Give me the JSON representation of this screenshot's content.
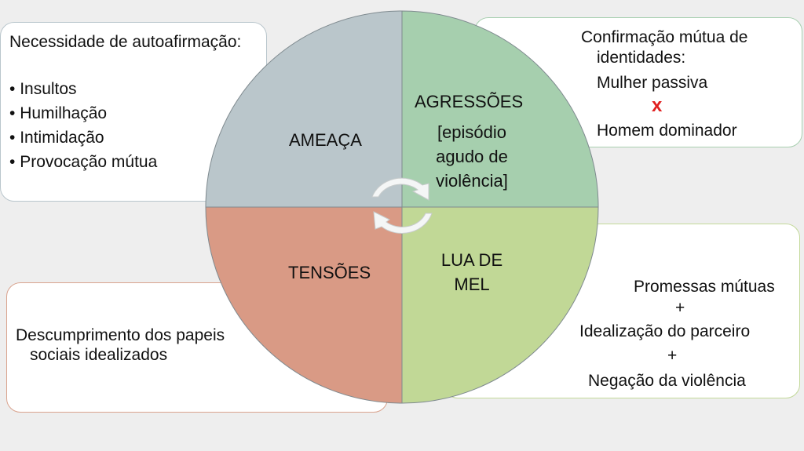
{
  "top_left": {
    "title": "Necessidade de autoafirmação:",
    "bullets": [
      "Insultos",
      "Humilhação",
      "Intimidação",
      "Provocação mútua"
    ]
  },
  "top_right": {
    "line1": "Confirmação mútua de",
    "line2": "identidades:",
    "line3": "Mulher passiva",
    "x": "x",
    "line4": "Homem dominador"
  },
  "bottom_left": {
    "line1": "Descumprimento dos papeis",
    "line2": "sociais idealizados"
  },
  "bottom_right": {
    "line1": "Promessas mútuas",
    "plus1": "+",
    "line2": "Idealização do parceiro",
    "plus2": "+",
    "line3": "Negação da violência"
  },
  "quadrants": {
    "ameaca": "AMEAÇA",
    "agressoes": "AGRESSÕES",
    "agressoes_sub1": "[episódio",
    "agressoes_sub2": "agudo de",
    "agressoes_sub3": "violência]",
    "tensoes": "TENSÕES",
    "lua1": "LUA DE",
    "lua2": "MEL"
  },
  "colors": {
    "ameaca": "#bac6cb",
    "agressoes": "#a6cfae",
    "tensoes": "#d99a85",
    "lua": "#c1d896"
  }
}
